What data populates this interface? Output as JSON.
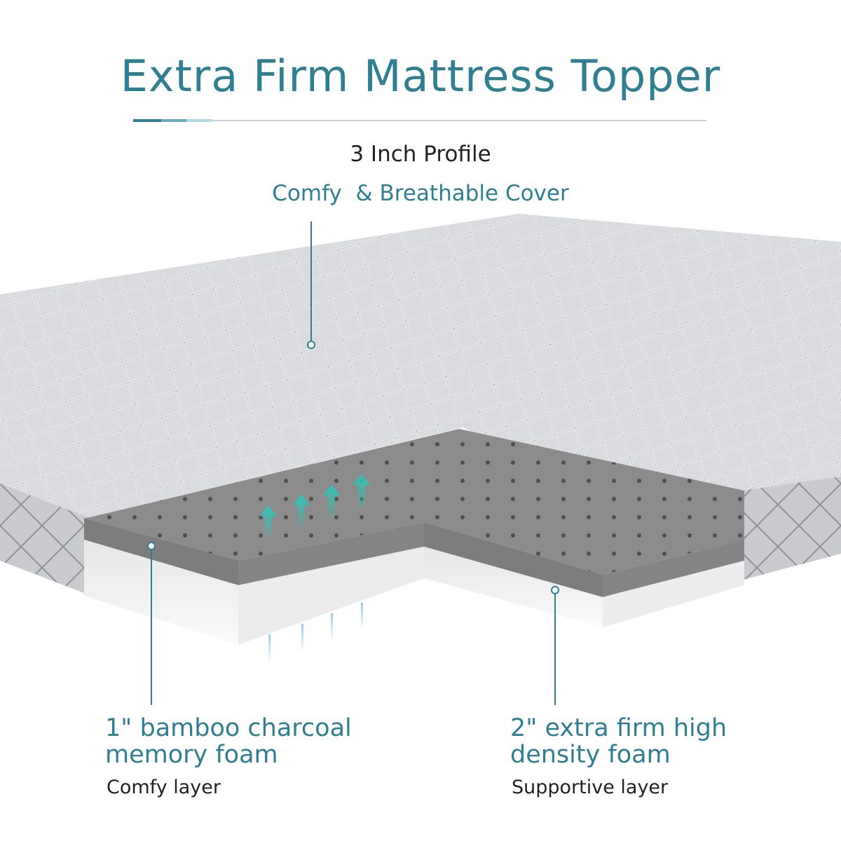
{
  "title": "Extra Firm Mattress Topper",
  "profile_label": "3 Inch Profile",
  "cover_label": "Comfy  & Breathable Cover",
  "left_layer": {
    "title_line1": "1\" bamboo charcoal",
    "title_line2": "memory foam",
    "subtitle": "Comfy layer"
  },
  "right_layer": {
    "title_line1": "2\" extra firm high",
    "title_line2": "density foam",
    "subtitle": "Supportive layer"
  },
  "colors": {
    "accent": "#2f7f92",
    "arrow": "#2ec4b6",
    "foam_gray": "#8e8e8e",
    "foam_white": "#f2f2f2",
    "cover": "#d8dadd"
  }
}
